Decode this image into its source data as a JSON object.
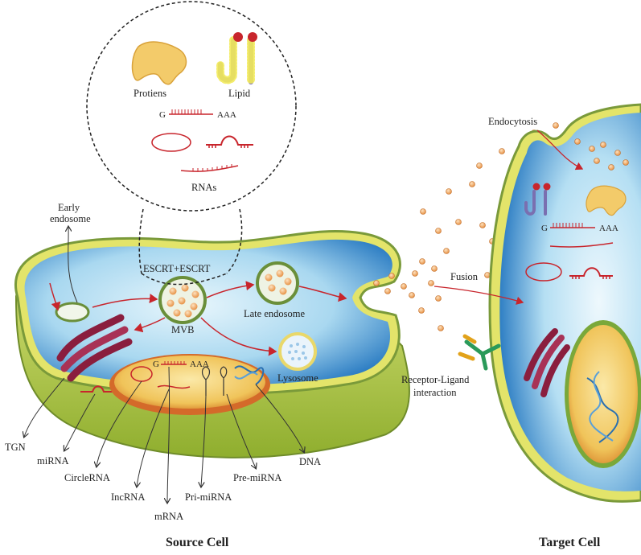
{
  "labels": {
    "proteins": "Protiens",
    "lipid": "Lipid",
    "rnas": "RNAs",
    "mrna_cap_g": "G",
    "mrna_tail_aaa": "AAA",
    "early_endosome_line1": "Early",
    "early_endosome_line2": "endosome",
    "escrt": "ESCRT+ESCRT",
    "mvb": "MVB",
    "late_endosome": "Late endosome",
    "lysosome": "Lysosome",
    "tgn": "TGN",
    "mirna": "miRNA",
    "circlerna": "CircleRNA",
    "lncrna": "IncRNA",
    "mrna": "mRNA",
    "pri_mirna": "Pri-miRNA",
    "pre_mirna": "Pre-miRNA",
    "dna": "DNA",
    "endocytosis": "Endocytosis",
    "fusion": "Fusion",
    "receptor_ligand_line1": "Receptor-Ligand",
    "receptor_ligand_line2": "interaction"
  },
  "titles": {
    "source_cell": "Source Cell",
    "target_cell": "Target Cell"
  },
  "colors": {
    "membrane_outer": "#e8e86a",
    "membrane_green": "#7a9a3a",
    "cytoplasm": "#bfe3f5",
    "cytoplasm_dark": "#3a8fd0",
    "nucleus": "#f2c860",
    "nucleus_rim": "#c8642a",
    "vesicle": "#f3b070",
    "rna_red": "#c8252c",
    "golgi": "#9a2a4a"
  }
}
